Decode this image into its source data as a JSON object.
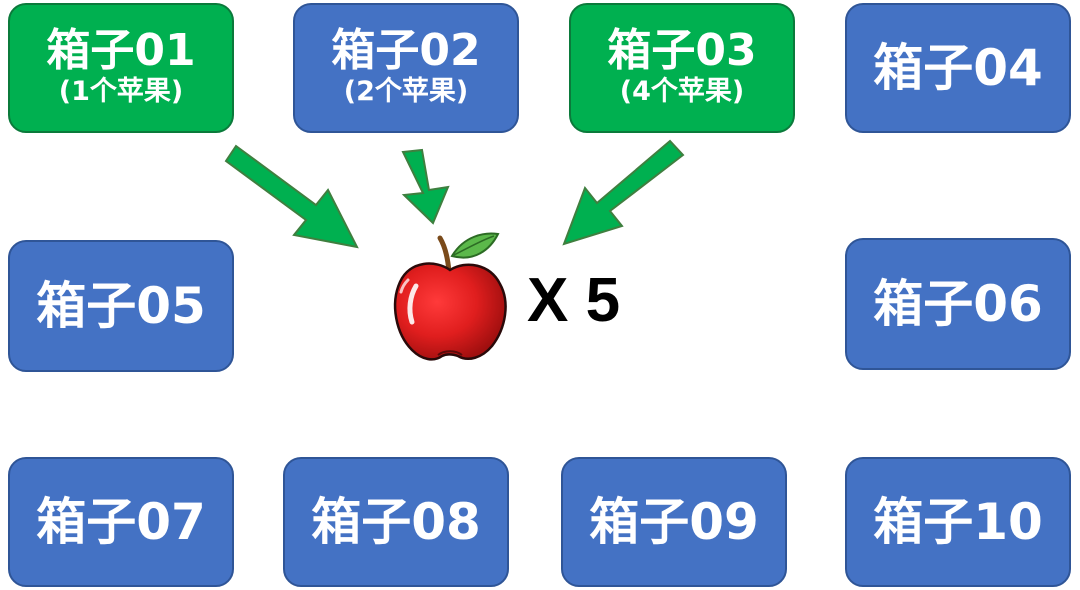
{
  "boxes": [
    {
      "label": "箱子01",
      "sub": "(1个苹果)",
      "color": "#00b050"
    },
    {
      "label": "箱子02",
      "sub": "(2个苹果)",
      "color": "#4472c4"
    },
    {
      "label": "箱子03",
      "sub": "(4个苹果)",
      "color": "#00b050"
    },
    {
      "label": "箱子04",
      "color": "#4472c4"
    },
    {
      "label": "箱子05",
      "color": "#4472c4"
    },
    {
      "label": "箱子06",
      "color": "#4472c4"
    },
    {
      "label": "箱子07",
      "color": "#4472c4"
    },
    {
      "label": "箱子08",
      "color": "#4472c4"
    },
    {
      "label": "箱子09",
      "color": "#4472c4"
    },
    {
      "label": "箱子10",
      "color": "#4472c4"
    }
  ],
  "result": {
    "icon": "apple-icon",
    "multiplier_text": "X 5"
  },
  "colors": {
    "selected_box": "#00b050",
    "default_box": "#4472c4",
    "arrow": "#00b050",
    "apple": "#e01e1e"
  }
}
